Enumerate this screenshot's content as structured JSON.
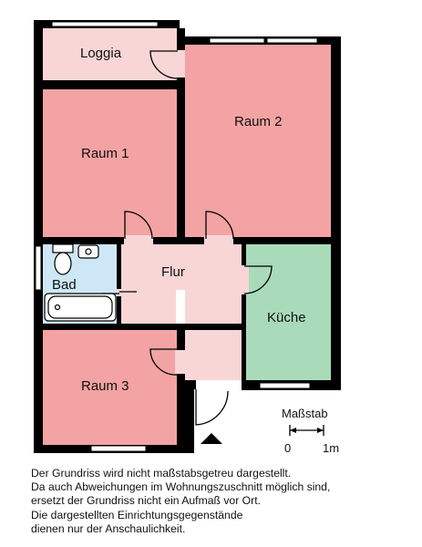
{
  "rooms": {
    "loggia": "Loggia",
    "raum1": "Raum 1",
    "raum2": "Raum 2",
    "raum3": "Raum 3",
    "bad": "Bad",
    "flur": "Flur",
    "kueche": "Küche"
  },
  "scale": {
    "title": "Maßstab",
    "zero": "0",
    "one": "1m"
  },
  "disclaimer": {
    "line1": "Der Grundriss wird nicht maßstabsgetreu dargestellt.",
    "line2": "Da auch Abweichungen im Wohnungszuschnitt möglich sind,",
    "line3": "ersetzt der Grundriss nicht ein Aufmaß vor Ort.",
    "line4": "Die dargestellten Einrichtungsgegenstände",
    "line5": "dienen nur der Anschaulichkeit."
  },
  "colors": {
    "room_red": "#f3a3a3",
    "loggia_pink": "#f8d6d6",
    "flur_pink": "#f8d6d6",
    "bad_blue": "#cde7f6",
    "kueche_green": "#a9dbbb",
    "wall": "#000000"
  }
}
